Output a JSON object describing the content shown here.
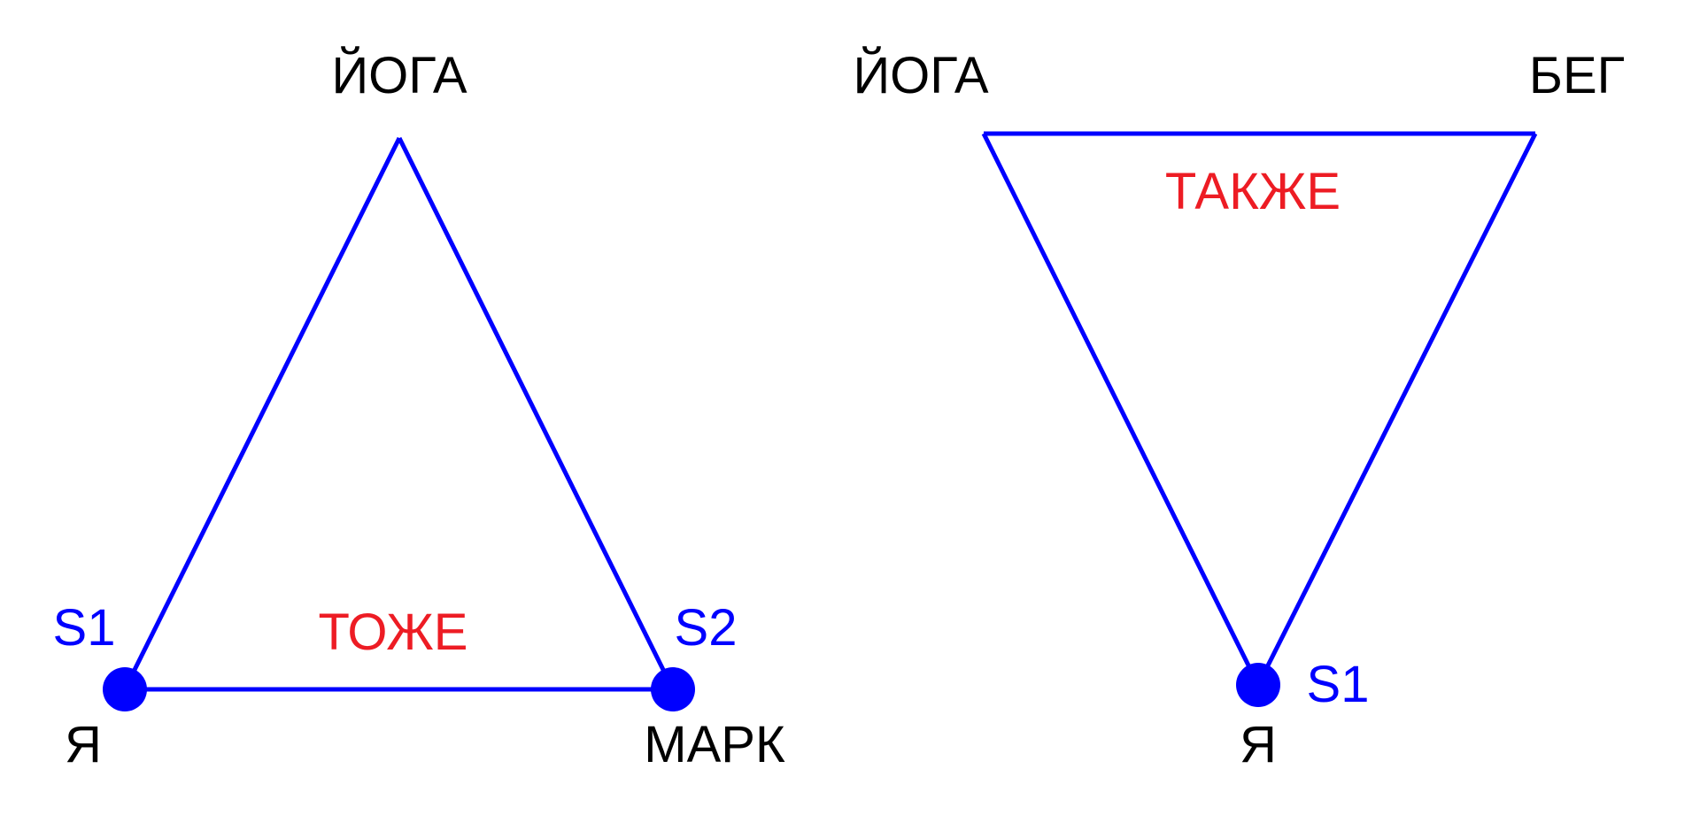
{
  "colors": {
    "edge": "#0000ff",
    "node": "#0000ff",
    "relation": "#ed1c24",
    "entity": "#000000",
    "state": "#0000ff"
  },
  "left_diagram": {
    "top_label": "ЙОГА",
    "relation_label": "ТОЖЕ",
    "nodes": [
      {
        "state": "S1",
        "label": "Я"
      },
      {
        "state": "S2",
        "label": "МАРК"
      }
    ]
  },
  "right_diagram": {
    "top_left_label": "ЙОГА",
    "top_right_label": "БЕГ",
    "relation_label": "ТАКЖЕ",
    "nodes": [
      {
        "state": "S1",
        "label": "Я"
      }
    ]
  }
}
